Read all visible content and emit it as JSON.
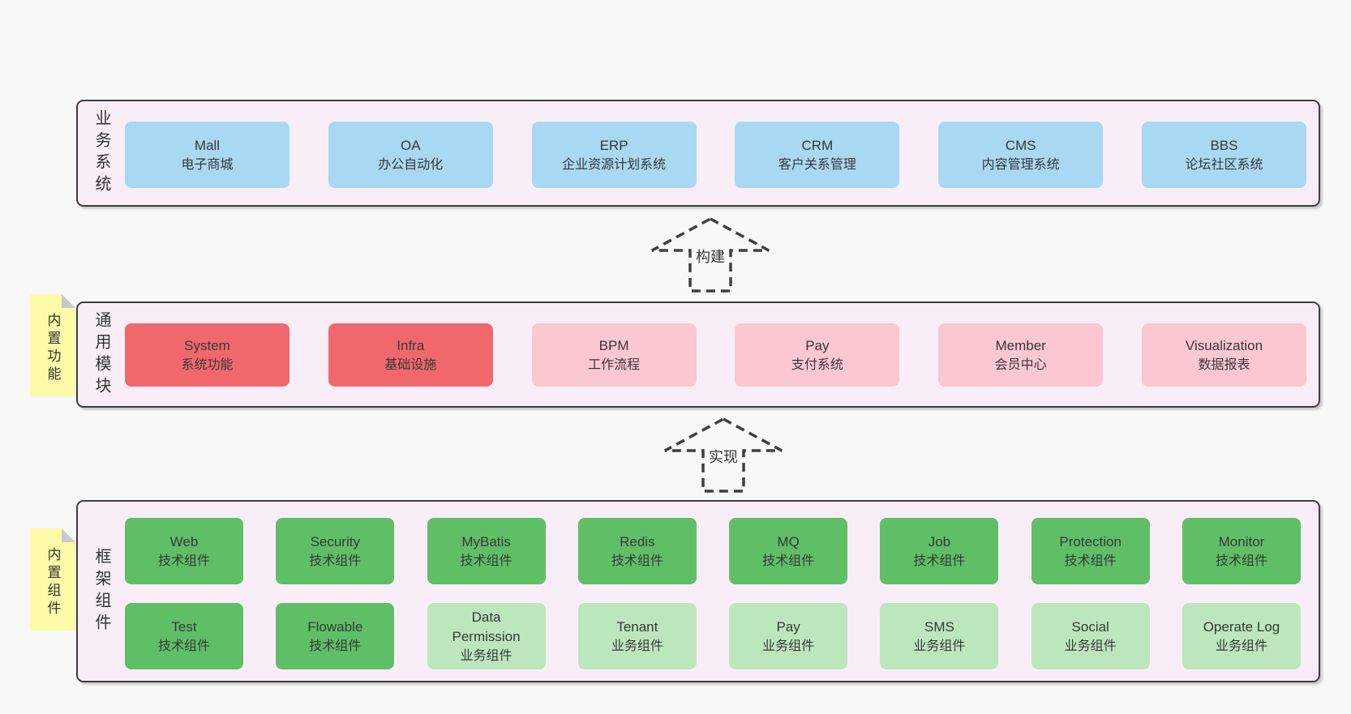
{
  "business": {
    "label": "业务系统",
    "boxes": [
      {
        "name": "Mall",
        "desc": "电子商城"
      },
      {
        "name": "OA",
        "desc": "办公自动化"
      },
      {
        "name": "ERP",
        "desc": "企业资源计划系统"
      },
      {
        "name": "CRM",
        "desc": "客户关系管理"
      },
      {
        "name": "CMS",
        "desc": "内容管理系统"
      },
      {
        "name": "BBS",
        "desc": "论坛社区系统"
      }
    ]
  },
  "arrows": {
    "build": "构建",
    "implement": "实现"
  },
  "modules": {
    "label": "通用模块",
    "note": "内置功能",
    "boxes": [
      {
        "name": "System",
        "desc": "系统功能",
        "variant": "red"
      },
      {
        "name": "Infra",
        "desc": "基础设施",
        "variant": "red"
      },
      {
        "name": "BPM",
        "desc": "工作流程",
        "variant": "pink"
      },
      {
        "name": "Pay",
        "desc": "支付系统",
        "variant": "pink"
      },
      {
        "name": "Member",
        "desc": "会员中心",
        "variant": "pink"
      },
      {
        "name": "Visualization",
        "desc": "数据报表",
        "variant": "pink"
      }
    ]
  },
  "framework": {
    "label": "框架组件",
    "note": "内置组件",
    "row1": [
      {
        "name": "Web",
        "desc": "技术组件",
        "variant": "green-dark"
      },
      {
        "name": "Security",
        "desc": "技术组件",
        "variant": "green-dark"
      },
      {
        "name": "MyBatis",
        "desc": "技术组件",
        "variant": "green-dark"
      },
      {
        "name": "Redis",
        "desc": "技术组件",
        "variant": "green-dark"
      },
      {
        "name": "MQ",
        "desc": "技术组件",
        "variant": "green-dark"
      },
      {
        "name": "Job",
        "desc": "技术组件",
        "variant": "green-dark"
      },
      {
        "name": "Protection",
        "desc": "技术组件",
        "variant": "green-dark"
      },
      {
        "name": "Monitor",
        "desc": "技术组件",
        "variant": "green-dark"
      }
    ],
    "row2": [
      {
        "name": "Test",
        "desc": "技术组件",
        "variant": "green-dark"
      },
      {
        "name": "Flowable",
        "desc": "技术组件",
        "variant": "green-dark"
      },
      {
        "name": "Data Permission",
        "desc": "业务组件",
        "variant": "green-light"
      },
      {
        "name": "Tenant",
        "desc": "业务组件",
        "variant": "green-light"
      },
      {
        "name": "Pay",
        "desc": "业务组件",
        "variant": "green-light"
      },
      {
        "name": "SMS",
        "desc": "业务组件",
        "variant": "green-light"
      },
      {
        "name": "Social",
        "desc": "业务组件",
        "variant": "green-light"
      },
      {
        "name": "Operate Log",
        "desc": "业务组件",
        "variant": "green-light"
      }
    ]
  },
  "colors": {
    "page_bg": "#f8f8f8",
    "panel_bg": "#f9eef7",
    "panel_border": "#3d3d3d",
    "blue": "#a9d8f2",
    "red": "#f1686c",
    "pink": "#fbc7d1",
    "green_dark": "#5fbf67",
    "green_light": "#bce7bd",
    "note_yellow": "#fbfba8",
    "note_fold_gray": "#c9c9c9"
  }
}
